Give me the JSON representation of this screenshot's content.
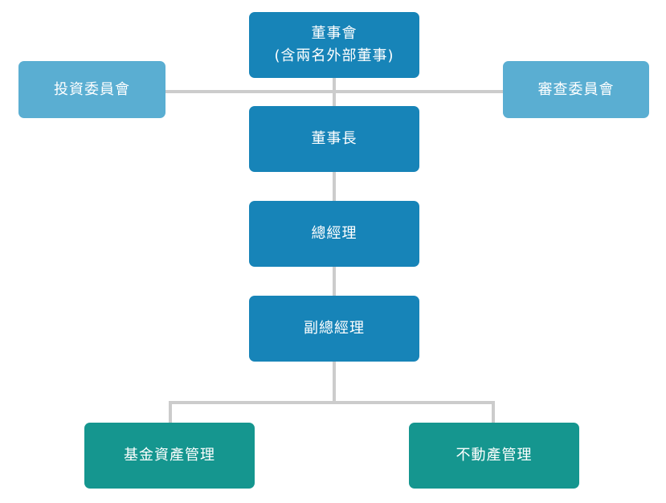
{
  "org_chart": {
    "board": {
      "title": "董事會",
      "subtitle": "(含兩名外部董事)"
    },
    "investment_committee": "投資委員會",
    "audit_committee": "審查委員會",
    "chairman": "董事長",
    "general_manager": "總經理",
    "deputy_general_manager": "副總經理",
    "fund_asset_management": "基金資產管理",
    "real_estate_management": "不動產管理"
  },
  "colors": {
    "primary_node": "#1784b8",
    "committee_node": "#5aaed2",
    "division_node": "#15968f",
    "connector": "#cccccc",
    "text": "#ffffff"
  }
}
